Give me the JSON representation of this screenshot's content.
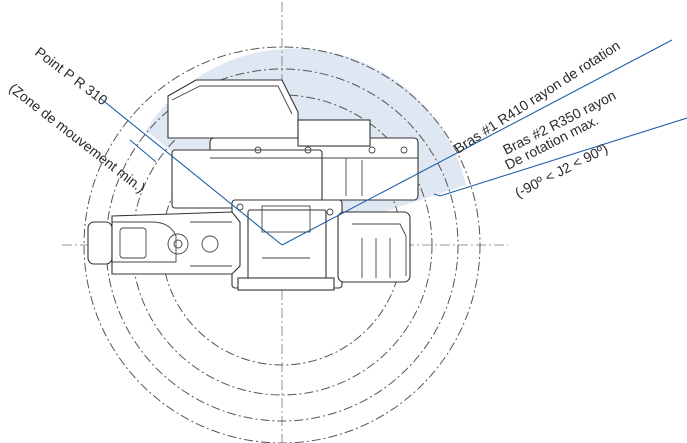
{
  "labels": {
    "point_p": "Point P R 310",
    "zone_min": "(Zone de mouvement min.)",
    "bras1": "Bras #1 R410 rayon de rotation",
    "bras2_line1": "Bras #2 R350 rayon",
    "bras2_line2": "De rotation max.",
    "j2_range": "(-90º < J2 < 90º)"
  },
  "colors": {
    "zone_fill": "#dfe7f2",
    "leader": "#1f5fa8"
  }
}
